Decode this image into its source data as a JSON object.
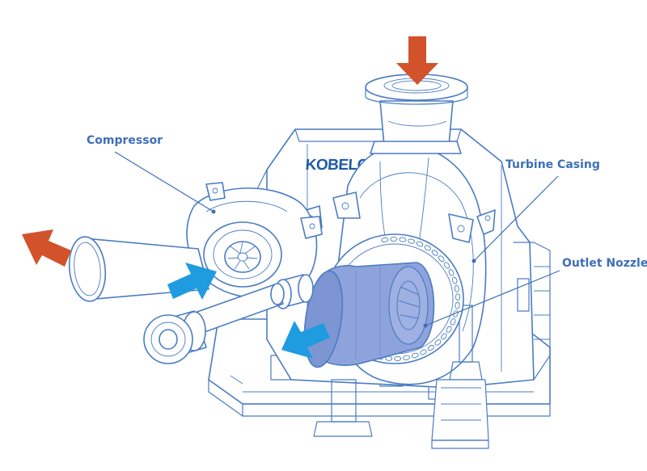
{
  "labels": {
    "compressor": "Compressor",
    "turbine_casing": "Turbine Casing",
    "outlet_nozzle": "Outlet Nozzle",
    "brand": "KOBELCO"
  },
  "colors": {
    "line": "#4a7cc2",
    "label": "#3d6fb6",
    "brand": "#1f5aa6",
    "hot_arrow": "#d2532b",
    "cold_arrow": "#1f9be0",
    "outlet_fill": "#7d95d3"
  }
}
